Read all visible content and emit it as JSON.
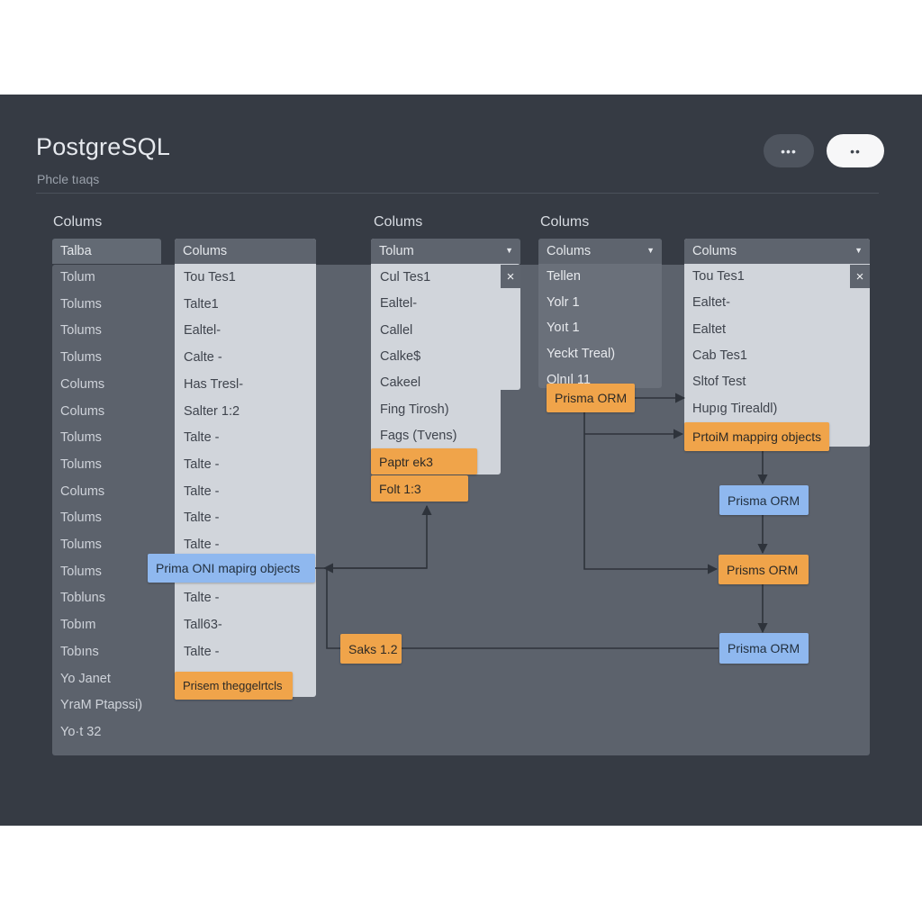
{
  "window": {
    "title": "PostgreSQL",
    "subtitle": "Phcle tıaqs",
    "actions": {
      "more_label": "•••",
      "toggle_label": "••"
    }
  },
  "sections": [
    {
      "label": "Colums"
    },
    {
      "label": "Colums"
    },
    {
      "label": "Colums"
    }
  ],
  "sidebar": {
    "header": "Talba",
    "items": [
      "Tolum",
      "Tolums",
      "Tolums",
      "Tolums",
      "Colums",
      "Colums",
      "Tolums",
      "Tolums",
      "Colums",
      "Tolums",
      "Tolums",
      "Tolums",
      "Tobluns",
      "Tobım",
      "Tobıns",
      "Yo Janet",
      "YraM Ptapssi)",
      "Yo·t 32"
    ]
  },
  "panel_a": {
    "header": "Colums",
    "rows": [
      "Tou Tes1",
      "Talte1",
      "Ealtel-",
      "Calte -",
      "Has Tresl-",
      "Salter 1:2",
      "Talte -",
      "Talte -",
      "Talte -",
      "Talte -",
      "Talte -",
      "Talte -",
      "Talte -",
      "Tall63-",
      "Talte -"
    ]
  },
  "panel_b": {
    "header": "Tolum",
    "rows": [
      "Cul Tes1",
      "Ealtel-",
      "Callel",
      "Calke$",
      "Cakeel",
      "Fing Tirosh)",
      "Fags (Tvens)"
    ],
    "close_label": "×"
  },
  "panel_c": {
    "header": "Colums",
    "rows": [
      "Tellen",
      "Yolr 1",
      "Yoıt 1",
      "Yeckt Treal)",
      "Olnıl 11"
    ]
  },
  "panel_d": {
    "header": "Colums",
    "rows": [
      "Tou Tes1",
      "Ealtet-",
      "Ealtet",
      "Cab Tes1",
      "Sltof Test",
      "Hupıg Tirealdl)"
    ],
    "close_label": "×"
  },
  "tags": {
    "prisma_mapping_left": "Prima ONI mapirg objects",
    "prisma_thegglelots": "Prisem theggelrtcls",
    "paptr": "Paptr ek3",
    "folt": "Folt 1:3",
    "prisma_orm_mid": "Prisma ORM",
    "prisma_mapping_right": "PrtoiM mappirg objects",
    "prisma_orm_blue1": "Prisma ORM",
    "prisms_orm_orange": "Prisms ORM",
    "prisma_orm_blue2": "Prisma ORM",
    "saks": "Saks 1.2"
  },
  "colors": {
    "app_bg": "#363b44",
    "canvas_bg": "#5c626c",
    "panel_bg": "#d1d5db",
    "tag_orange": "#f0a44a",
    "tag_blue": "#8fb8ef",
    "connector": "#2e333b"
  },
  "icons": {
    "caret": "caret-down-icon",
    "close": "close-icon",
    "arrow": "arrow-icon"
  }
}
